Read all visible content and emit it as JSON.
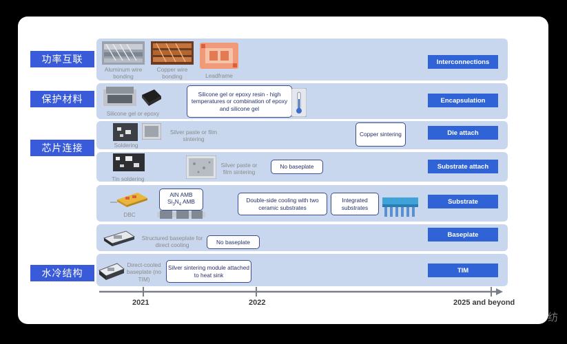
{
  "categories": {
    "power_interconnect": "功率互联",
    "protective_materials": "保护材料",
    "chip_connection": "芯片连接",
    "water_cooling": "水冷结构"
  },
  "labels": {
    "interconnections": "Interconnections",
    "encapsulation": "Encapsulation",
    "die_attach": "Die attach",
    "substrate_attach": "Substrate attach",
    "substrate": "Substrate",
    "baseplate": "Baseplate",
    "tim": "TIM"
  },
  "items": {
    "aluminum_wire": "Aluminum wire bonding",
    "copper_wire": "Copper wire bonding",
    "leadframe": "Leadframe",
    "silicone_gel_epoxy": "Silicone gel or epoxy",
    "silicone_box": "Silicone gel or epoxy resin - high temperatures or combination of epoxy and silicone gel",
    "soldering": "Soldering",
    "silver_paste_film_die": "Silver paste or film sintering",
    "copper_sintering": "Copper sintering",
    "tin_soldering": "Tin soldering",
    "silver_paste_film_sub": "Silver paste or film sintering",
    "no_baseplate_sub": "No baseplate",
    "dbc": "DBC",
    "aln_amb": "AlN AMB",
    "si3n4_amb_pre": "Si",
    "si3n4_amb_sub1": "3",
    "si3n4_amb_mid": "N",
    "si3n4_amb_sub2": "4",
    "si3n4_amb_post": " AMB",
    "double_side": "Double-side cooling with two ceramic substrates",
    "integrated": "Integrated substrates",
    "structured_baseplate": "Structured baseplate for direct cooling",
    "no_baseplate_base": "No baseplate",
    "direct_cooled": "Direct-cooled baseplate (no TIM)",
    "silver_sintering_module": "Silver sintering module attached to heat sink"
  },
  "timeline": {
    "y2021": "2021",
    "y2022": "2022",
    "y2025": "2025 and beyond"
  },
  "corner_glyph": "纺",
  "colors": {
    "band": "#c9d7ee",
    "category": "#3a5bd9",
    "label": "#2f63d6",
    "box_border": "#3b4a8c"
  }
}
